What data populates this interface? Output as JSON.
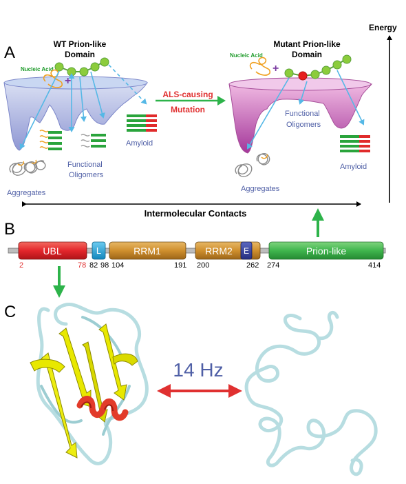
{
  "panels": {
    "a": "A",
    "b": "B",
    "c": "C"
  },
  "panel_a": {
    "energy_label": "Energy",
    "wt_title_line1": "WT Prion-like",
    "wt_title_line2": "Domain",
    "wt_nucleic_acid": "Nucleic Acid",
    "wt_functional_line1": "Functional",
    "wt_functional_line2": "Oligomers",
    "wt_amyloid": "Amyloid",
    "wt_aggregates": "Aggregates",
    "mutation_line1": "ALS-causing",
    "mutation_line2": "Mutation",
    "mut_title_line1": "Mutant Prion-like",
    "mut_title_line2": "Domain",
    "mut_nucleic_acid": "Nucleic Acid",
    "mut_functional_line1": "Functional",
    "mut_functional_line2": "Oligomers",
    "mut_amyloid": "Amyloid",
    "mut_aggregates": "Aggregates",
    "x_axis_label": "Intermolecular Contacts"
  },
  "panel_b": {
    "domains": {
      "ubl": "UBL",
      "l": "L",
      "rrm1": "RRM1",
      "rrm2": "RRM2",
      "e": "E",
      "prion": "Prion-like"
    },
    "positions": {
      "p2": "2",
      "p78": "78",
      "p82": "82",
      "p98": "98",
      "p104": "104",
      "p191": "191",
      "p200": "200",
      "p262": "262",
      "p274": "274",
      "p414": "414"
    }
  },
  "panel_c": {
    "frequency_label": "14 Hz"
  },
  "colors": {
    "ubl": "#e3262b",
    "linker": "#19a0d8",
    "rrm": "#cf8f2e",
    "e": "#35409a",
    "prion": "#3fb54d",
    "arrow_green": "#2db34a",
    "arrow_red": "#e03030",
    "label_blue": "#4f5fa6",
    "helix_red": "#e23b2a",
    "strand_yellow": "#e8e800",
    "coil": "#b7dde1"
  }
}
